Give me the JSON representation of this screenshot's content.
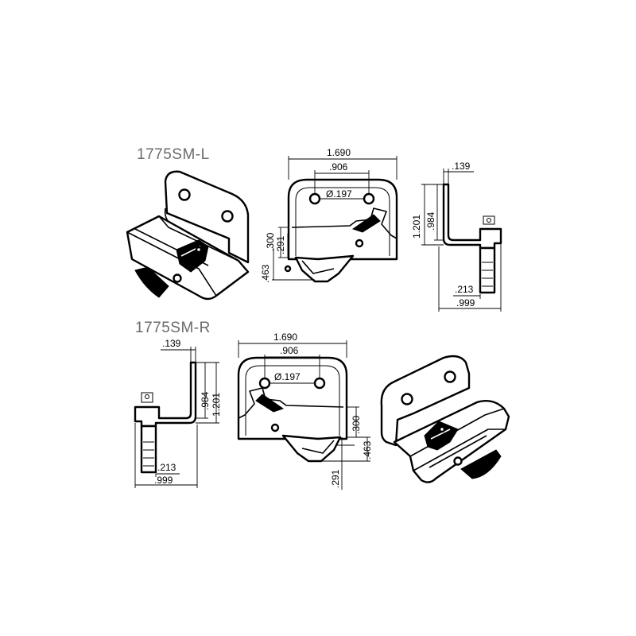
{
  "models": {
    "left": "1775SM-L",
    "right": "1775SM-R"
  },
  "dims_left_front": {
    "width": "1.690",
    "hole_spacing": ".906",
    "hole_dia": "Ø.197",
    "h300": ".300",
    "h291": ".291",
    "h463": ".463"
  },
  "dims_left_side": {
    "thickness": ".139",
    "h984": ".984",
    "h1201": "1.201",
    "w213": ".213",
    "w999": ".999"
  },
  "dims_right_side": {
    "thickness": ".139",
    "h984": ".984",
    "h1201": "1.201",
    "w213": ".213",
    "w999": ".999"
  },
  "dims_right_front": {
    "width": "1.690",
    "hole_spacing": ".906",
    "hole_dia": "Ø.197",
    "h300": ".300",
    "h463": ".463",
    "h291": ".291"
  }
}
